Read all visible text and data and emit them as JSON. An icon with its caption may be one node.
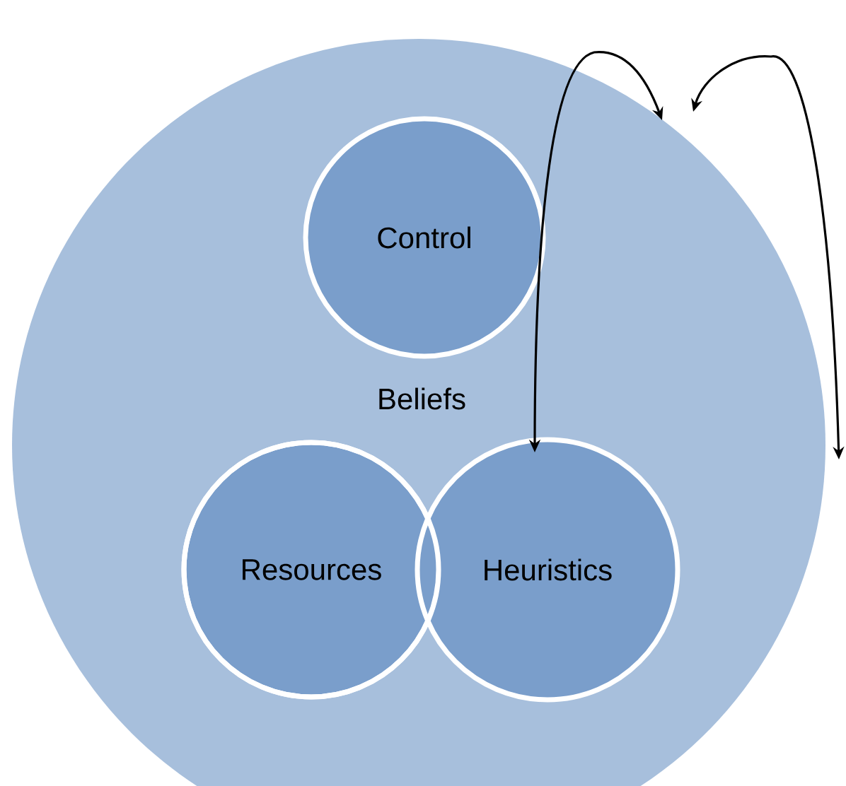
{
  "diagram": {
    "nodes": [
      {
        "text": [
          "Beliefs"
        ]
      },
      {
        "text": [
          "Control"
        ],
        "in": 0
      },
      {
        "text": [
          "Resources"
        ],
        "in": 0
      },
      {
        "text": [
          "Heuristics"
        ],
        "in": 0
      }
    ],
    "edges": [
      {
        "from": 0,
        "to": 3,
        "arrow": "both"
      },
      {
        "from": null,
        "to": 0,
        "arrow": "both"
      }
    ]
  }
}
